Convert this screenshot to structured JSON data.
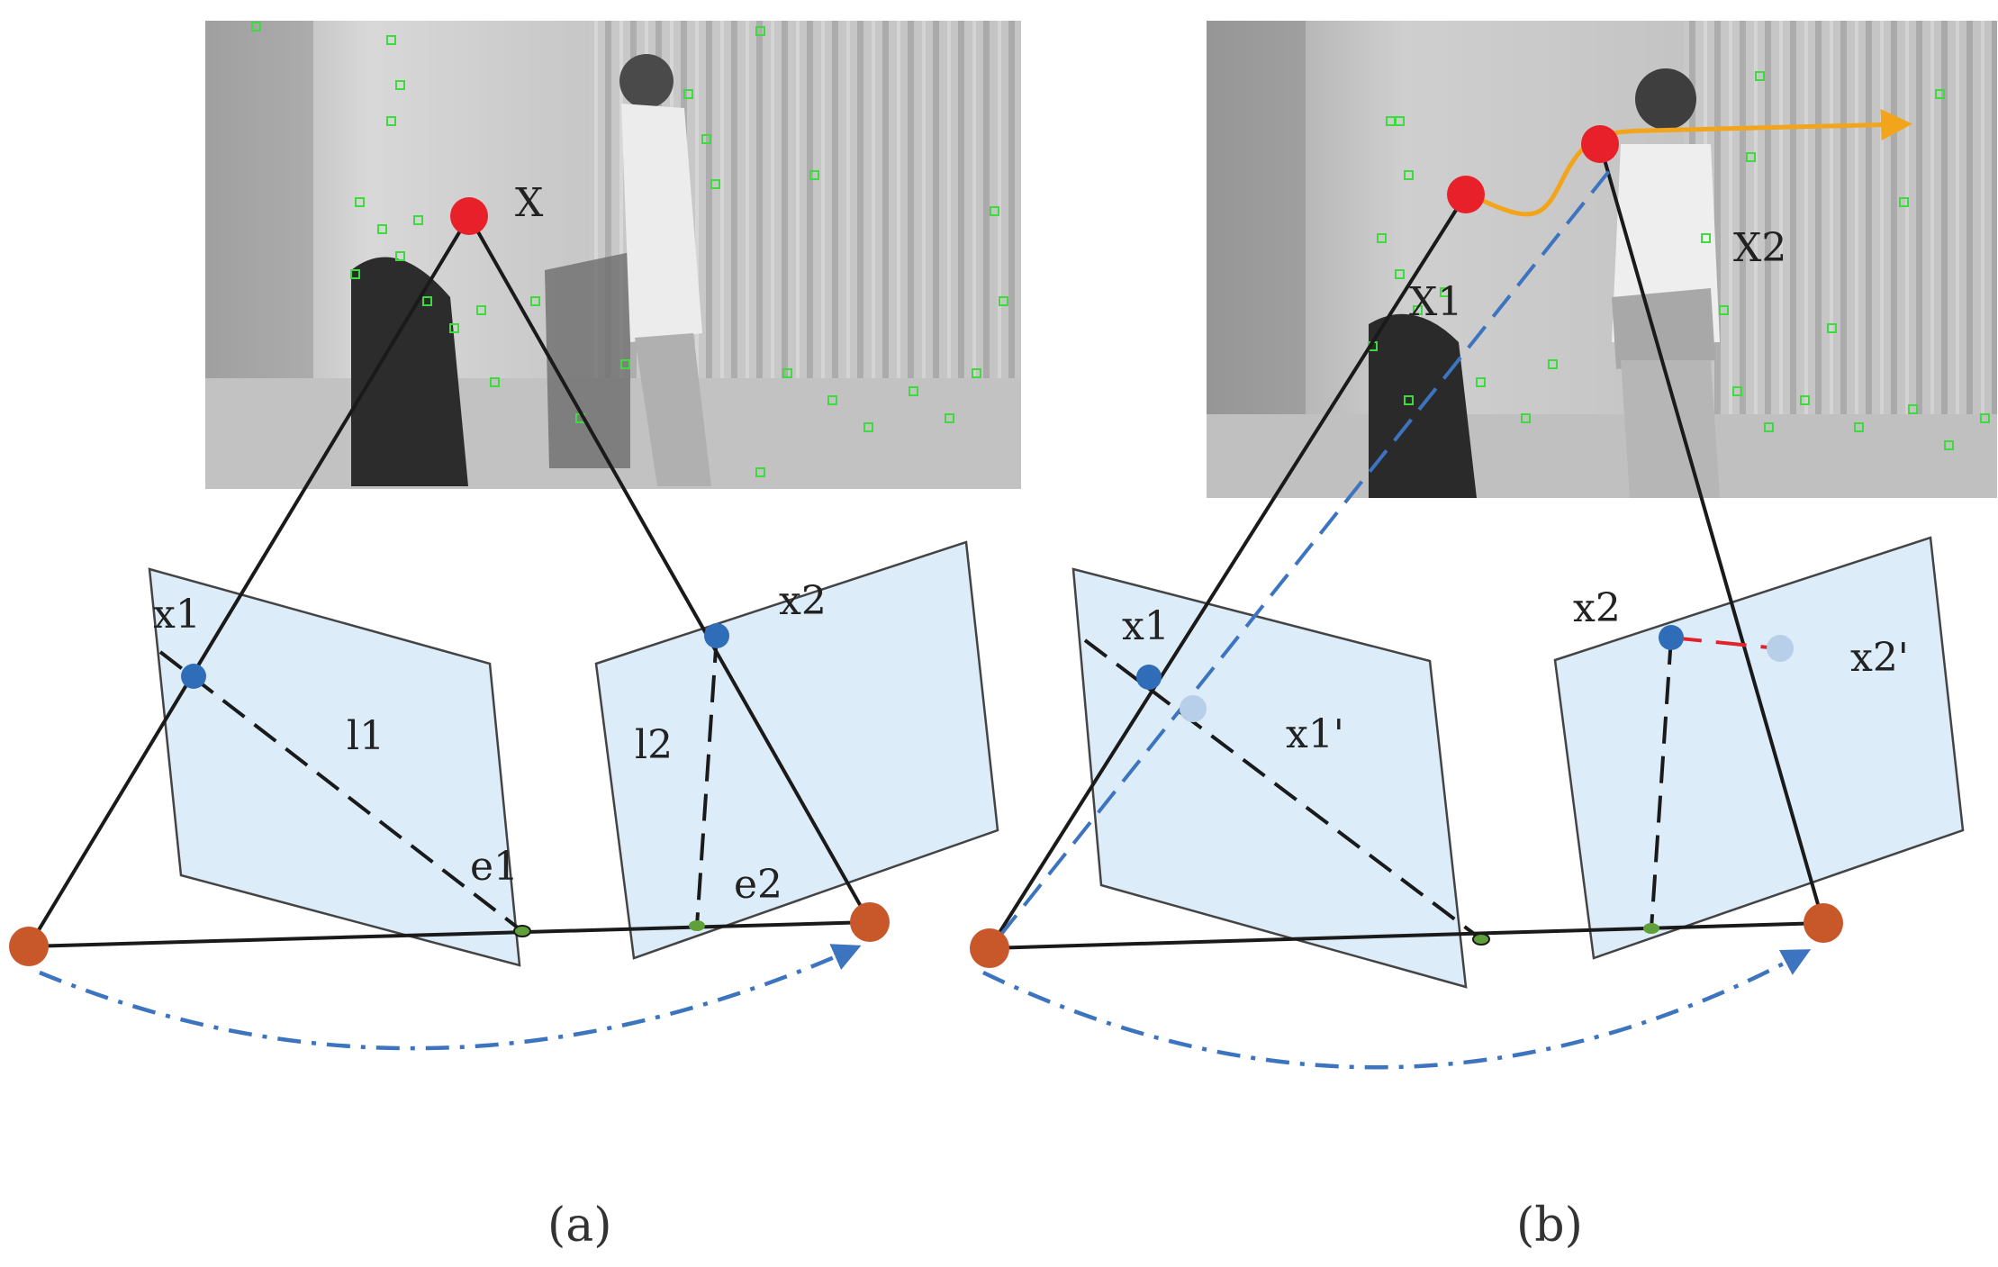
{
  "panel_a": {
    "caption": "(a)",
    "point_labels": {
      "X": "X",
      "x1": "x1",
      "x2": "x2",
      "l1": "l1",
      "l2": "l2",
      "e1": "e1",
      "e2": "e2"
    }
  },
  "panel_b": {
    "caption": "(b)",
    "point_labels": {
      "X1": "X1",
      "X2": "X2",
      "x1": "x1",
      "x1p": "x1'",
      "x2": "x2",
      "x2p": "x2'"
    }
  },
  "colors": {
    "plane_fill": "#dcecf8",
    "plane_edge": "#444444",
    "ray": "#1a1a1a",
    "world_point": "#e8202a",
    "image_point": "#2f6db8",
    "reprojected_point": "#b7cfe9",
    "camera_center": "#c8572a",
    "camera_motion_arrow": "#3d74c0",
    "object_trajectory": "#f2a51a",
    "reprojection_error": "#e0222a",
    "feature_marker": "#3cdc3c"
  },
  "icons": {
    "photo": "grayscale-indoor-scene-photo",
    "features": "green-square-feature-markers"
  }
}
